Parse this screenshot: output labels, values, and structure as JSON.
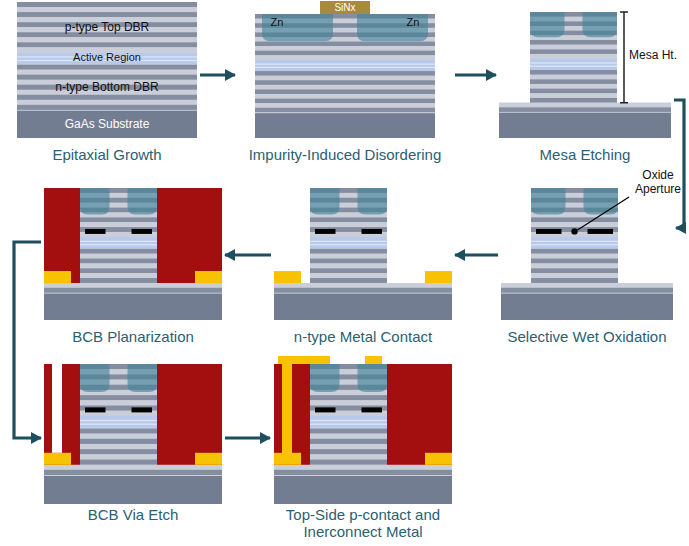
{
  "diagram": {
    "nodes": [
      {
        "text": [
          "Epitaxial Growth"
        ]
      },
      {
        "text": [
          "Impurity-Induced Disordering"
        ]
      },
      {
        "text": [
          "Mesa Etching"
        ]
      },
      {
        "text": [
          "BCB Planarization"
        ]
      },
      {
        "text": [
          "n-type Metal Contact"
        ]
      },
      {
        "text": [
          "Selective Wet Oxidation"
        ]
      },
      {
        "text": [
          "BCB Via Etch"
        ]
      },
      {
        "text": [
          "Top-Side p-contact and Inerconnect Metal"
        ]
      }
    ],
    "edges": [
      {
        "from": 0,
        "to": 1,
        "arrow": "to"
      },
      {
        "from": 1,
        "to": 2,
        "arrow": "to"
      },
      {
        "from": 2,
        "to": 5,
        "arrow": "to"
      },
      {
        "from": 5,
        "to": 4,
        "arrow": "to"
      },
      {
        "from": 4,
        "to": 3,
        "arrow": "to"
      },
      {
        "from": 3,
        "to": 6,
        "arrow": "to"
      },
      {
        "from": 6,
        "to": 7,
        "arrow": "to"
      }
    ],
    "labels": [
      "p-type Top DBR",
      "Active Region",
      "n-type Bottom DBR",
      "GaAs Substrate",
      "SiNx",
      "Zn",
      "Zn",
      "Mesa Ht.",
      "Oxide Aperture"
    ]
  }
}
